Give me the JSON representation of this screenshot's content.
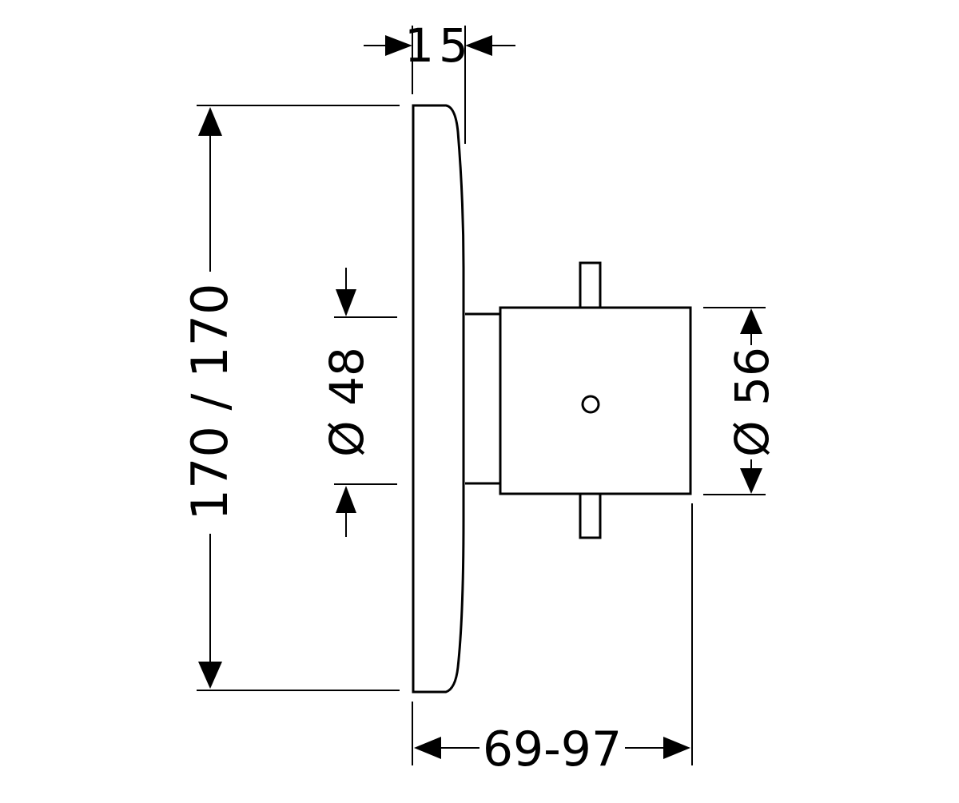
{
  "dimensions": {
    "depth": "15",
    "height": "170 / 170",
    "inner_diameter": "Ø 48",
    "outer_diameter": "Ø 56",
    "projection": "69-97"
  },
  "colors": {
    "line": "#000000",
    "background": "#ffffff"
  }
}
